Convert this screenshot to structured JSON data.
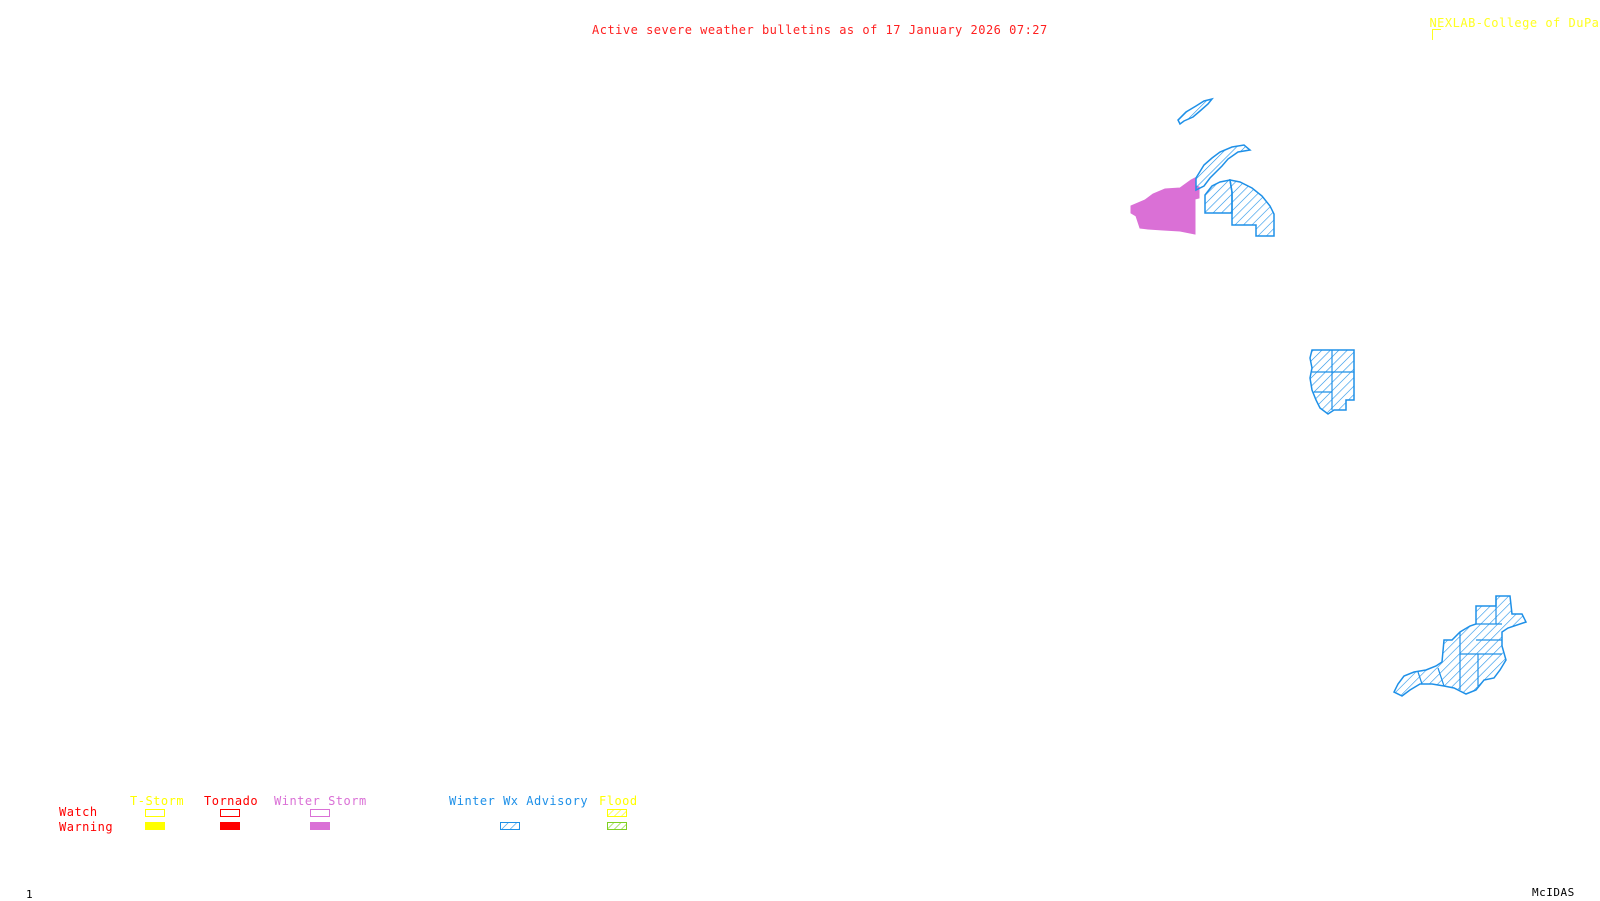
{
  "header": {
    "title": "Active severe weather bulletins as of 17 January 2026 07:27",
    "credit": "NEXLAB-College of DuPage",
    "credit_icon": "nexlab-logo-icon"
  },
  "footer": {
    "frame_number": "1",
    "software": "McIDAS"
  },
  "colors": {
    "title": "#ff2020",
    "credit": "#ffff20",
    "tstorm": "#ffff00",
    "tornado": "#ff0000",
    "winter_storm": "#da70d6",
    "winter_advisory": "#1e90e8",
    "flood_watch": "#ffff00",
    "flood_warning": "#7fd020",
    "row_label": "#ff0000"
  },
  "legend": {
    "row_labels": [
      "Watch",
      "Warning"
    ],
    "categories": [
      {
        "name": "T-Storm",
        "color": "#ffff00",
        "watch": "outline",
        "warning": "filled"
      },
      {
        "name": "Tornado",
        "color": "#ff0000",
        "watch": "outline",
        "warning": "filled"
      },
      {
        "name": "Winter Storm",
        "color": "#da70d6",
        "watch": "outline",
        "warning": "filled"
      },
      {
        "name": "Winter Wx Advisory",
        "color": "#1e90e8",
        "watch": null,
        "warning": "hatched"
      },
      {
        "name": "Flood",
        "color": "#ffff00",
        "watch": "hatched",
        "warning": "hatched",
        "warning_color": "#7fd020"
      }
    ]
  },
  "alerts": [
    {
      "type": "Winter Storm Warning",
      "style": "filled",
      "region": "northern-cluster-west"
    },
    {
      "type": "Winter Wx Advisory",
      "style": "hatched",
      "region": "northern-peninsula"
    },
    {
      "type": "Winter Wx Advisory",
      "style": "hatched",
      "region": "northern-island"
    },
    {
      "type": "Winter Wx Advisory",
      "style": "hatched",
      "region": "central-east"
    },
    {
      "type": "Winter Wx Advisory",
      "style": "hatched",
      "region": "southeast"
    }
  ]
}
